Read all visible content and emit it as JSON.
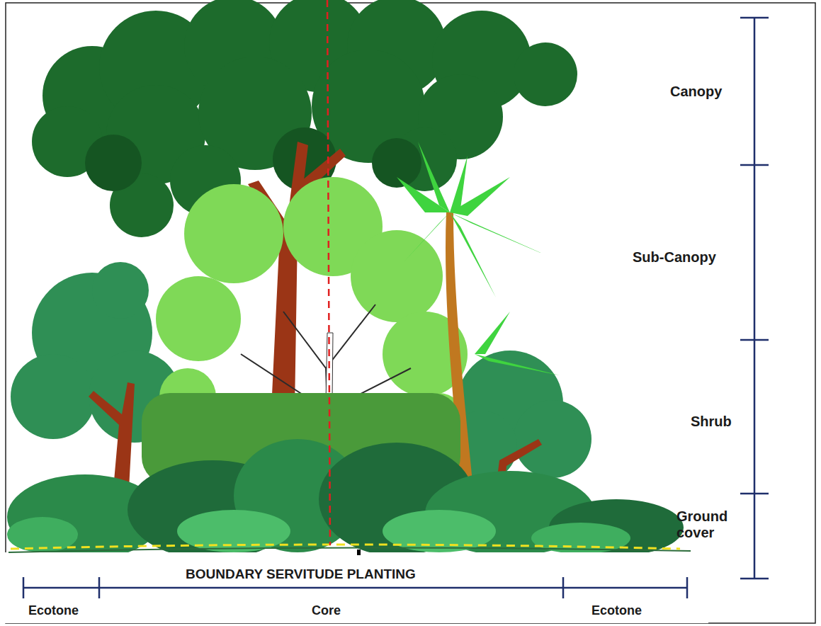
{
  "diagram": {
    "labels": [
      "Canopy",
      "Sub-Canopy",
      "Shrub",
      "Ground cover",
      "BOUNDARY SERVITUDE PLANTING",
      "Ecotone",
      "Core",
      "Ecotone"
    ]
  }
}
